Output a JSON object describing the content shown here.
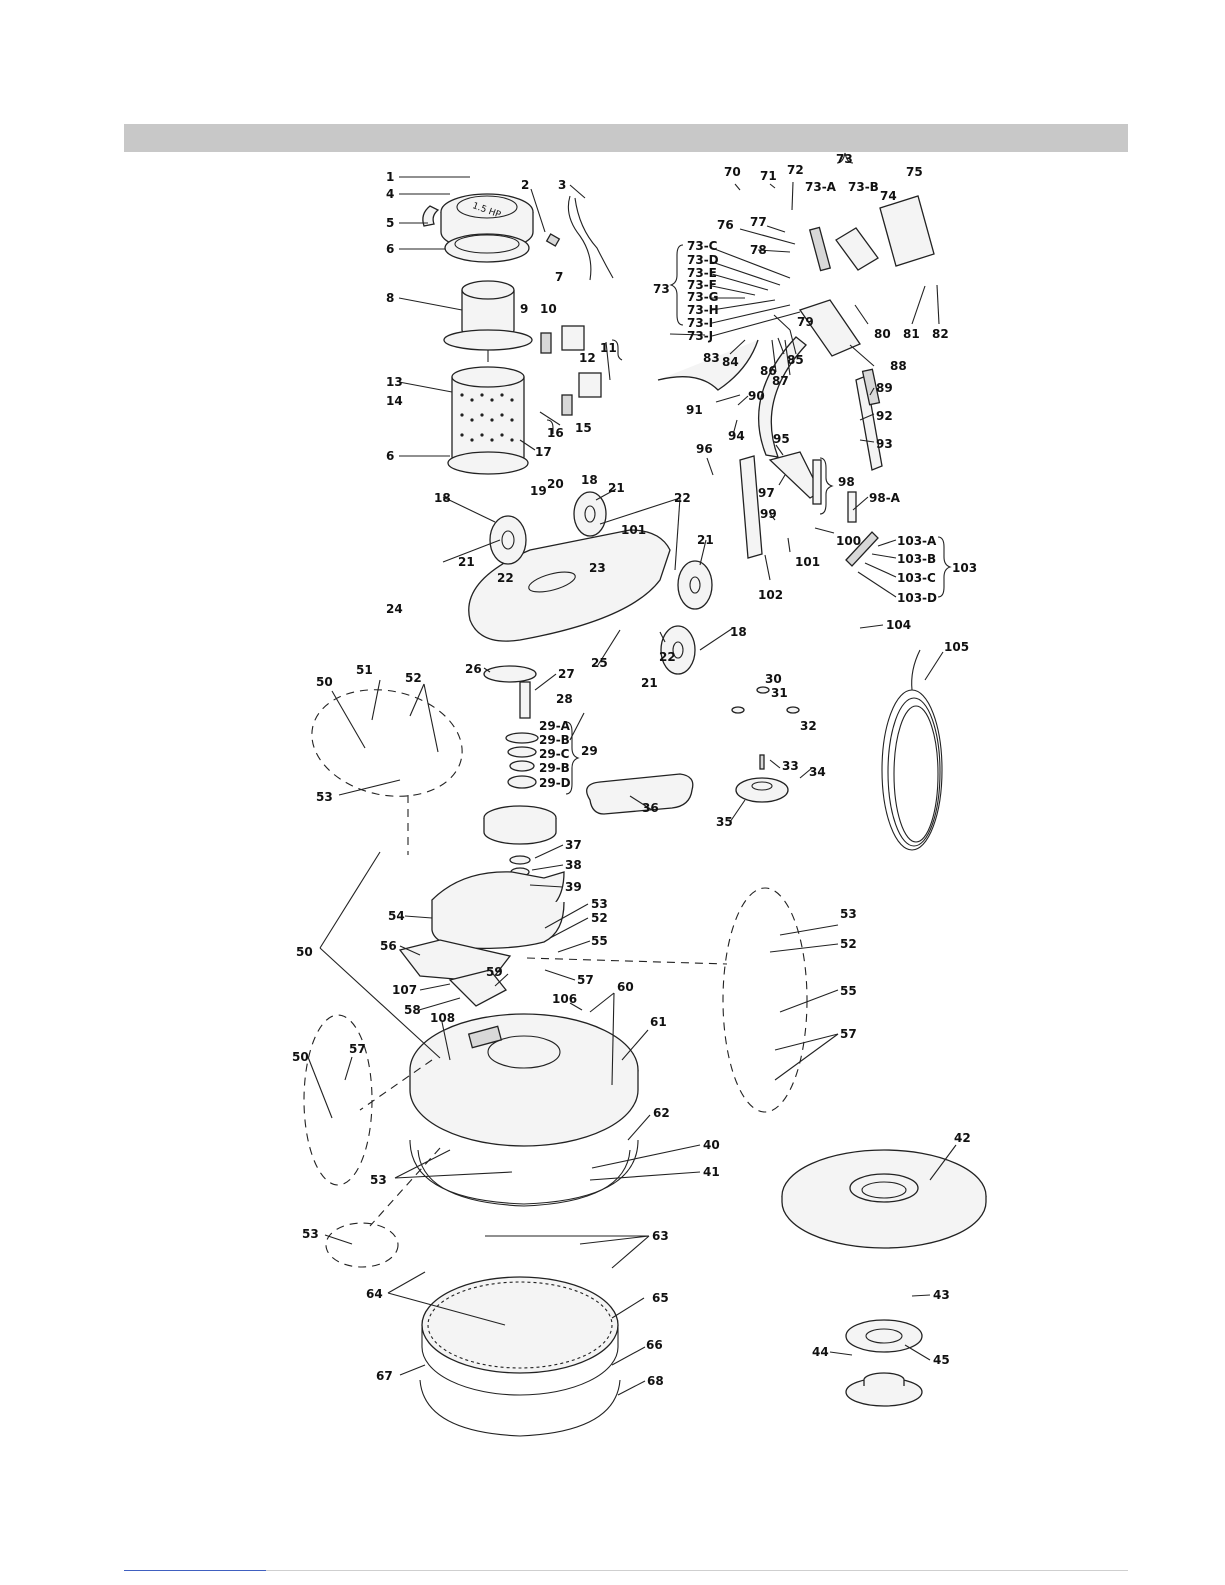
{
  "motor_badge": "1.5 HP",
  "labels": {
    "p1": "1",
    "p2": "2",
    "p3": "3",
    "p4": "4",
    "p5": "5",
    "p6a": "6",
    "p6b": "6",
    "p7": "7",
    "p8": "8",
    "p9": "9",
    "p10": "10",
    "p11": "11",
    "p12": "12",
    "p13": "13",
    "p14": "14",
    "p15": "15",
    "p16": "16",
    "p17": "17",
    "p18a": "18",
    "p18b": "18",
    "p18c": "18",
    "p19": "19",
    "p20": "20",
    "p21a": "21",
    "p21b": "21",
    "p21c": "21",
    "p21d": "21",
    "p22a": "22",
    "p22b": "22",
    "p22c": "22",
    "p23": "23",
    "p24": "24",
    "p25": "25",
    "p26": "26",
    "p27": "27",
    "p28": "28",
    "p29": "29",
    "p29A": "29-A",
    "p29B1": "29-B",
    "p29C": "29-C",
    "p29B2": "29-B",
    "p29D": "29-D",
    "p30": "30",
    "p31": "31",
    "p32": "32",
    "p33": "33",
    "p34": "34",
    "p35": "35",
    "p36": "36",
    "p37": "37",
    "p38": "38",
    "p39": "39",
    "p40": "40",
    "p41": "41",
    "p42": "42",
    "p43": "43",
    "p44": "44",
    "p45": "45",
    "p50a": "50",
    "p50b": "50",
    "p50c": "50",
    "p51": "51",
    "p52a": "52",
    "p52b": "52",
    "p52c": "52",
    "p53a": "53",
    "p53b": "53",
    "p53c": "53",
    "p53d": "53",
    "p53e": "53",
    "p54": "54",
    "p55a": "55",
    "p55b": "55",
    "p56": "56",
    "p57a": "57",
    "p57b": "57",
    "p57c": "57",
    "p58": "58",
    "p59": "59",
    "p60": "60",
    "p61": "61",
    "p62": "62",
    "p63": "63",
    "p64": "64",
    "p65": "65",
    "p66": "66",
    "p67": "67",
    "p68": "68",
    "p70": "70",
    "p71": "71",
    "p72": "72",
    "p73a": "73",
    "p73b": "73",
    "p73A": "73-A",
    "p73B": "73-B",
    "p73C": "73-C",
    "p73D": "73-D",
    "p73E": "73-E",
    "p73F": "73-F",
    "p73G": "73-G",
    "p73H": "73-H",
    "p73I": "73-I",
    "p73J": "73-J",
    "p74": "74",
    "p75": "75",
    "p76": "76",
    "p77": "77",
    "p78": "78",
    "p79": "79",
    "p80": "80",
    "p81": "81",
    "p82": "82",
    "p83": "83",
    "p84": "84",
    "p85": "85",
    "p86": "86",
    "p87": "87",
    "p88": "88",
    "p89": "89",
    "p90": "90",
    "p91": "91",
    "p92": "92",
    "p93": "93",
    "p94": "94",
    "p95": "95",
    "p96": "96",
    "p97": "97",
    "p98": "98",
    "p98A": "98-A",
    "p99": "99",
    "p100": "100",
    "p101a": "101",
    "p101b": "101",
    "p102": "102",
    "p103": "103",
    "p103A": "103-A",
    "p103B": "103-B",
    "p103C": "103-C",
    "p103D": "103-D",
    "p104": "104",
    "p105": "105",
    "p106": "106",
    "p107": "107",
    "p108": "108"
  }
}
